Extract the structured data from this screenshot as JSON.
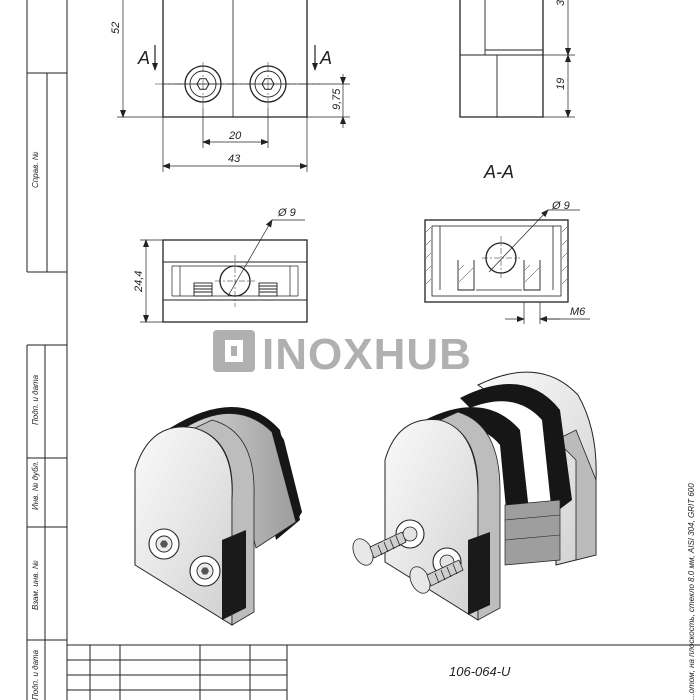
{
  "drawing": {
    "code": "106-064-U",
    "section_label": "A-A",
    "section_marker": "A",
    "diameter": "Ø 9",
    "dims": {
      "height": "52",
      "lower_height": "9,75",
      "hole_spacing": "20",
      "width": "43",
      "side_height": "19",
      "side_top_partial": "3",
      "side_view_height": "24,4",
      "thread": "M6"
    }
  },
  "watermark": "INOXHUB",
  "side_labels": {
    "sprav": "Справ. №",
    "podp_data_1": "Подп. и дата",
    "inv_dubl": "Инв. № дубл.",
    "vzam_inv": "Взам. инв. №",
    "podp_data_2": "Подп. и дата"
  },
  "note_text": "...отом, на плоскость, стекло 8.0 мм, AISI 304, GRIT 600",
  "colors": {
    "line": "#222222",
    "metal_light": "#eeeeee",
    "metal_mid": "#c8c8c8",
    "rubber": "#161616",
    "watermark": "#b0b0b0"
  }
}
